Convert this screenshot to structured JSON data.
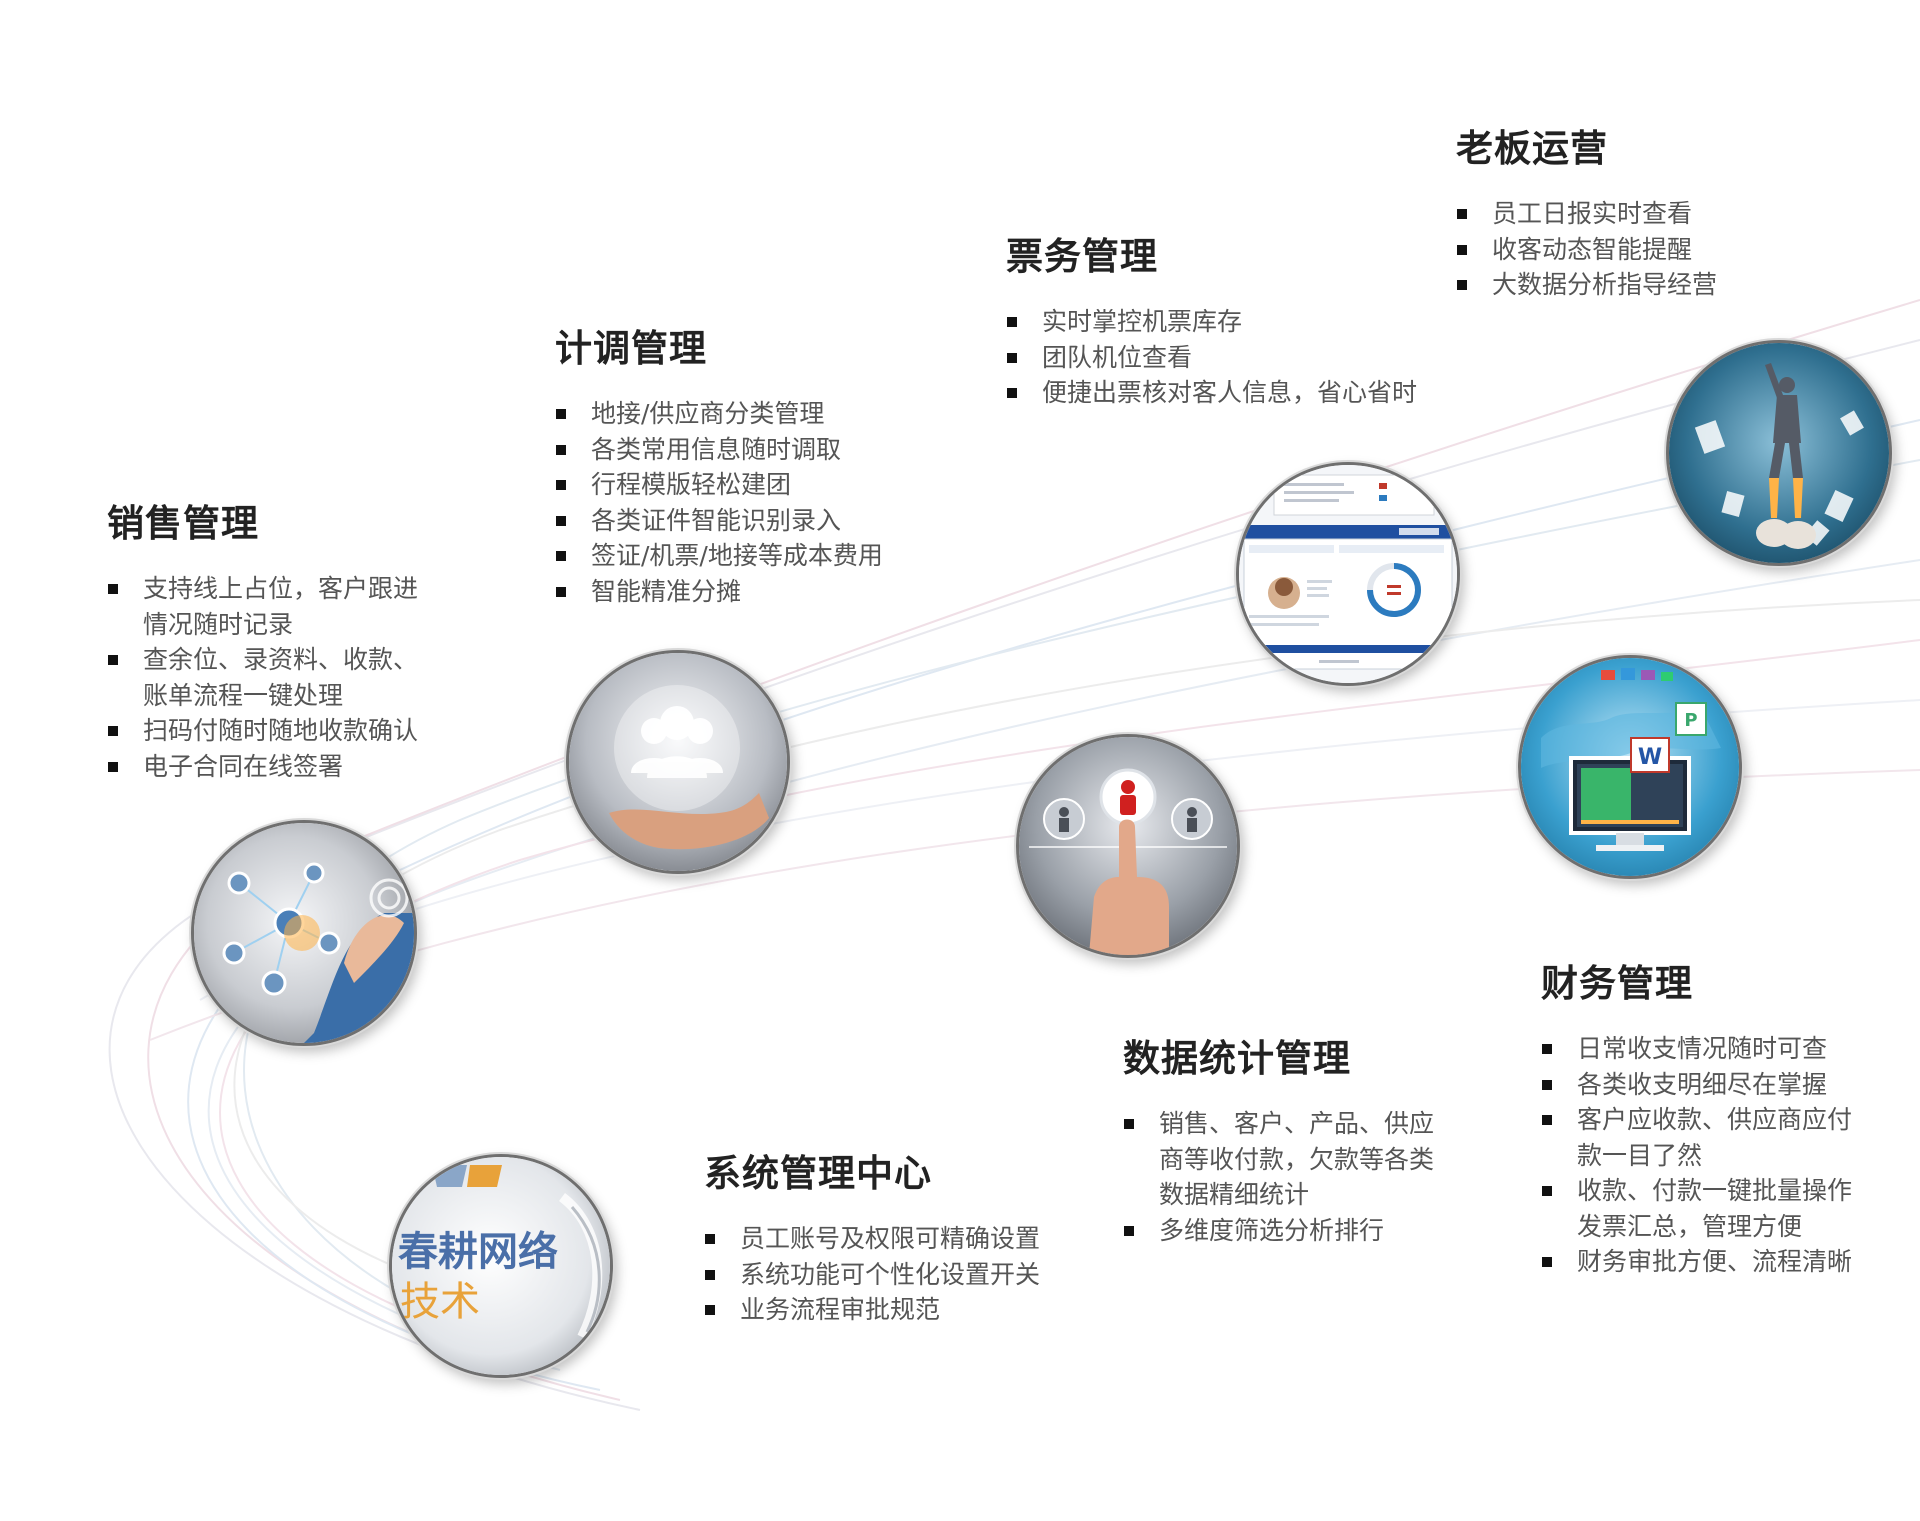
{
  "sections": {
    "sales": {
      "title": "销售管理",
      "items": [
        "支持线上占位，客户跟进情况随时记录",
        "查余位、录资料、收款、账单流程一键处理",
        "扫码付随时随地收款确认",
        "电子合同在线签署"
      ]
    },
    "dispatch": {
      "title": "计调管理",
      "items": [
        "地接/供应商分类管理",
        "各类常用信息随时调取",
        "行程模版轻松建团",
        "各类证件智能识别录入",
        "签证/机票/地接等成本费用",
        "智能精准分摊"
      ]
    },
    "ticket": {
      "title": "票务管理",
      "items": [
        "实时掌控机票库存",
        "团队机位查看",
        "便捷出票核对客人信息，省心省时"
      ]
    },
    "boss": {
      "title": "老板运营",
      "items": [
        "员工日报实时查看",
        "收客动态智能提醒",
        "大数据分析指导经营"
      ]
    },
    "data": {
      "title": "数据统计管理",
      "items": [
        "销售、客户、产品、供应商等收付款，欠款等各类数据精细统计",
        "多维度筛选分析排行"
      ]
    },
    "finance": {
      "title": "财务管理",
      "items": [
        "日常收支情况随时可查",
        "各类收支明细尽在掌握",
        "客户应收款、供应商应付款一目了然",
        "收款、付款一键批量操作发票汇总，管理方便",
        "财务审批方便、流程清晰"
      ]
    },
    "system": {
      "title": "系统管理中心",
      "items": [
        "员工账号及权限可精确设置",
        "系统功能可个性化设置开关",
        "业务流程审批规范"
      ]
    }
  },
  "logo": {
    "line1": "春耕网络",
    "line2": "技术"
  },
  "colors": {
    "logo_blue": "#4a6fa8",
    "logo_orange": "#e8a23a",
    "app_blue": "#1f4fa0"
  },
  "icons": {
    "sales": "network-hand-icon",
    "dispatch": "group-in-hand-icon",
    "ticket": "app-screen-icon",
    "boss": "rocket-man-icon",
    "data": "finger-select-person-icon",
    "finance": "office-monitor-icon",
    "system": "logo-badge-icon"
  }
}
